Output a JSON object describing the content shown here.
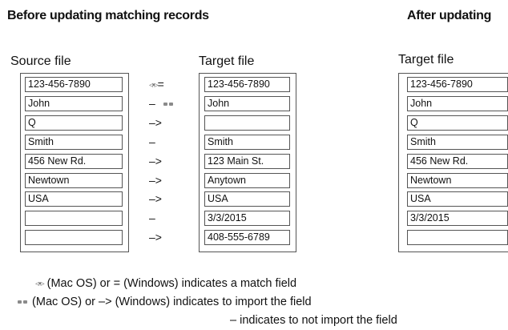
{
  "headings": {
    "before": "Before updating matching records",
    "after": "After updating"
  },
  "before": {
    "source_title": "Source file",
    "target_title": "Target file",
    "source_fields": [
      "123-456-7890",
      "John",
      "Q",
      "Smith",
      "456 New Rd.",
      "Newtown",
      "USA",
      "",
      ""
    ],
    "target_fields": [
      "123-456-7890",
      "John",
      "",
      "Smith",
      "123 Main St.",
      "Anytown",
      "USA",
      "3/3/2015",
      "408-555-6789"
    ],
    "symbols": [
      {
        "type": "match",
        "text": "="
      },
      {
        "type": "skip-mac",
        "text": "–"
      },
      {
        "type": "import",
        "text": "–>"
      },
      {
        "type": "skip",
        "text": "–"
      },
      {
        "type": "import",
        "text": "–>"
      },
      {
        "type": "import",
        "text": "–>"
      },
      {
        "type": "import",
        "text": "–>"
      },
      {
        "type": "skip",
        "text": "–"
      },
      {
        "type": "import",
        "text": "–>"
      }
    ]
  },
  "after": {
    "target_title": "Target file",
    "fields": [
      "123-456-7890",
      "John",
      "Q",
      "Smith",
      "456 New Rd.",
      "Newtown",
      "USA",
      "3/3/2015",
      ""
    ]
  },
  "legend": {
    "match": "(Mac OS) or = (Windows) indicates a match field",
    "import": "(Mac OS) or –> (Windows) indicates to import the field",
    "skip": "– indicates to not import the field"
  },
  "icons": {
    "match_mac": "double-arrow-icon",
    "import_mac": "mac-import-icon"
  }
}
